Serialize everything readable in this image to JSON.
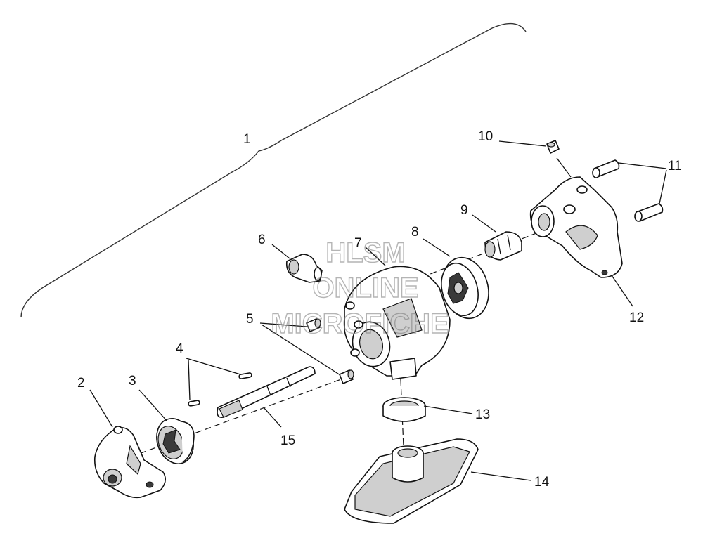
{
  "watermark": {
    "line1": "HLSM",
    "line2": "ONLINE",
    "line3": "MICROFICHE"
  },
  "callouts": [
    {
      "id": "1",
      "label": "1"
    },
    {
      "id": "2",
      "label": "2"
    },
    {
      "id": "3",
      "label": "3"
    },
    {
      "id": "4",
      "label": "4"
    },
    {
      "id": "5",
      "label": "5"
    },
    {
      "id": "6",
      "label": "6"
    },
    {
      "id": "7",
      "label": "7"
    },
    {
      "id": "8",
      "label": "8"
    },
    {
      "id": "9",
      "label": "9"
    },
    {
      "id": "10",
      "label": "10"
    },
    {
      "id": "11",
      "label": "11"
    },
    {
      "id": "12",
      "label": "12"
    },
    {
      "id": "13",
      "label": "13"
    },
    {
      "id": "14",
      "label": "14"
    },
    {
      "id": "15",
      "label": "15"
    }
  ]
}
